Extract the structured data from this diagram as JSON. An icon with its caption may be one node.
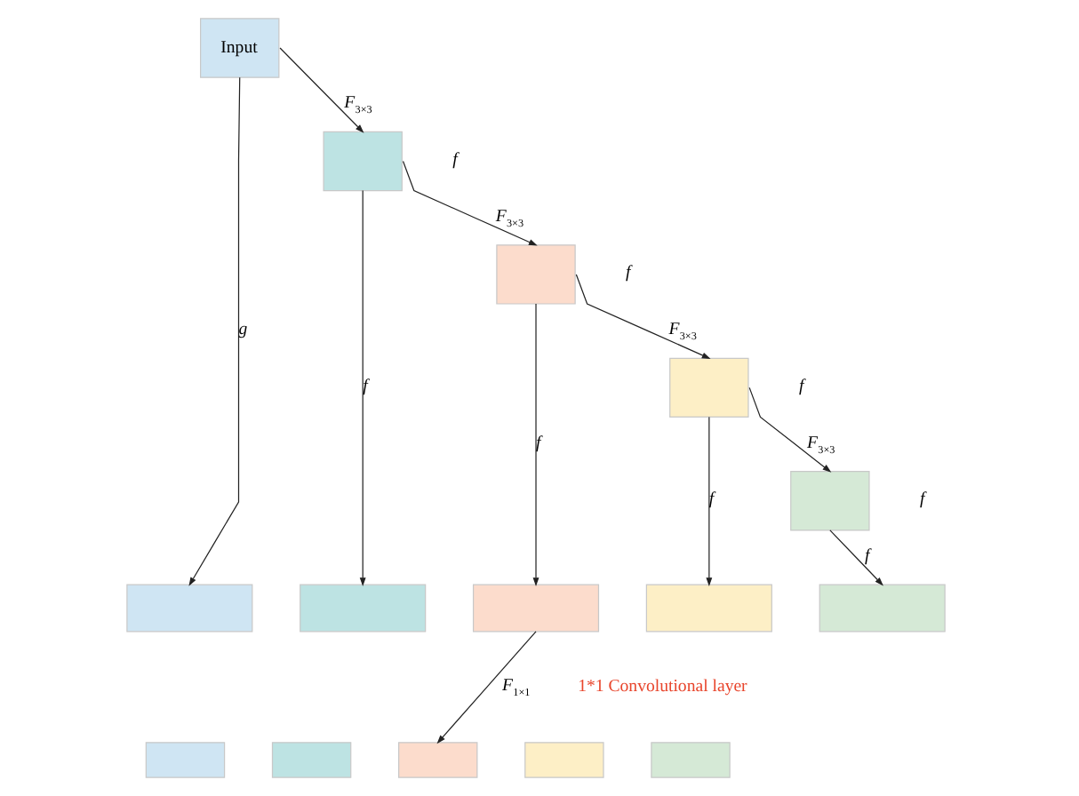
{
  "diagram": {
    "nodes": [
      {
        "text": [
          "Input"
        ]
      },
      {
        "text": [],
        "shape": "box"
      },
      {
        "text": [],
        "shape": "box"
      },
      {
        "text": [],
        "shape": "box"
      },
      {
        "text": [],
        "shape": "box"
      },
      {
        "text": [],
        "shape": "box"
      },
      {
        "text": [],
        "shape": "box"
      },
      {
        "text": [],
        "shape": "box"
      },
      {
        "text": [],
        "shape": "box"
      },
      {
        "text": [],
        "shape": "box"
      },
      {
        "text": [],
        "shape": "box"
      },
      {
        "text": [],
        "shape": "box"
      },
      {
        "text": [],
        "shape": "box"
      },
      {
        "text": [],
        "shape": "box"
      },
      {
        "text": [],
        "shape": "box"
      }
    ],
    "edges": [
      {
        "from": 0,
        "to": 1,
        "arrow": "to",
        "label": "F$_{3×3}$"
      },
      {
        "from": 1,
        "to": 2,
        "arrow": "to",
        "label": "F$_{3×3}$"
      },
      {
        "from": 2,
        "to": 3,
        "arrow": "to",
        "label": "F$_{3×3}$"
      },
      {
        "from": 3,
        "to": 4,
        "arrow": "to",
        "label": "F$_{3×3}$"
      },
      {
        "from": 0,
        "to": 5,
        "arrow": "to",
        "label": "g"
      },
      {
        "from": 1,
        "to": 6,
        "arrow": "to",
        "label": "f"
      },
      {
        "from": 2,
        "to": 7,
        "arrow": "to",
        "label": "f"
      },
      {
        "from": 3,
        "to": 8,
        "arrow": "to",
        "label": "f"
      },
      {
        "from": 4,
        "to": 9,
        "arrow": "to",
        "label": "f"
      },
      {
        "from": 7,
        "to": 12,
        "arrow": "to",
        "label": "F$_{1×1}$"
      }
    ],
    "labels": [
      "f",
      "f",
      "f",
      "f",
      "1*1 Convolutional layer"
    ]
  }
}
